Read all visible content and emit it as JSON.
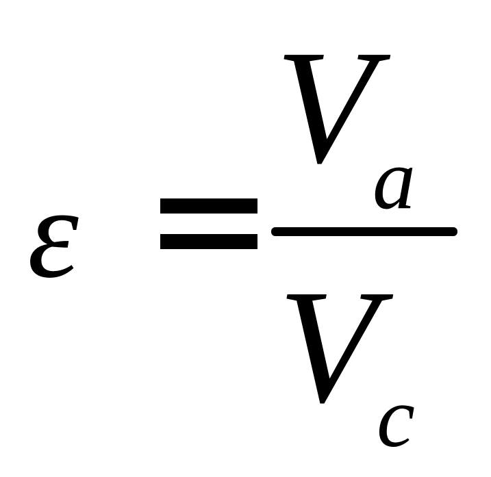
{
  "equation": {
    "lhs": "ε",
    "numerator": {
      "symbol": "V",
      "subscript": "a"
    },
    "denominator": {
      "symbol": "V",
      "subscript": "c"
    }
  }
}
